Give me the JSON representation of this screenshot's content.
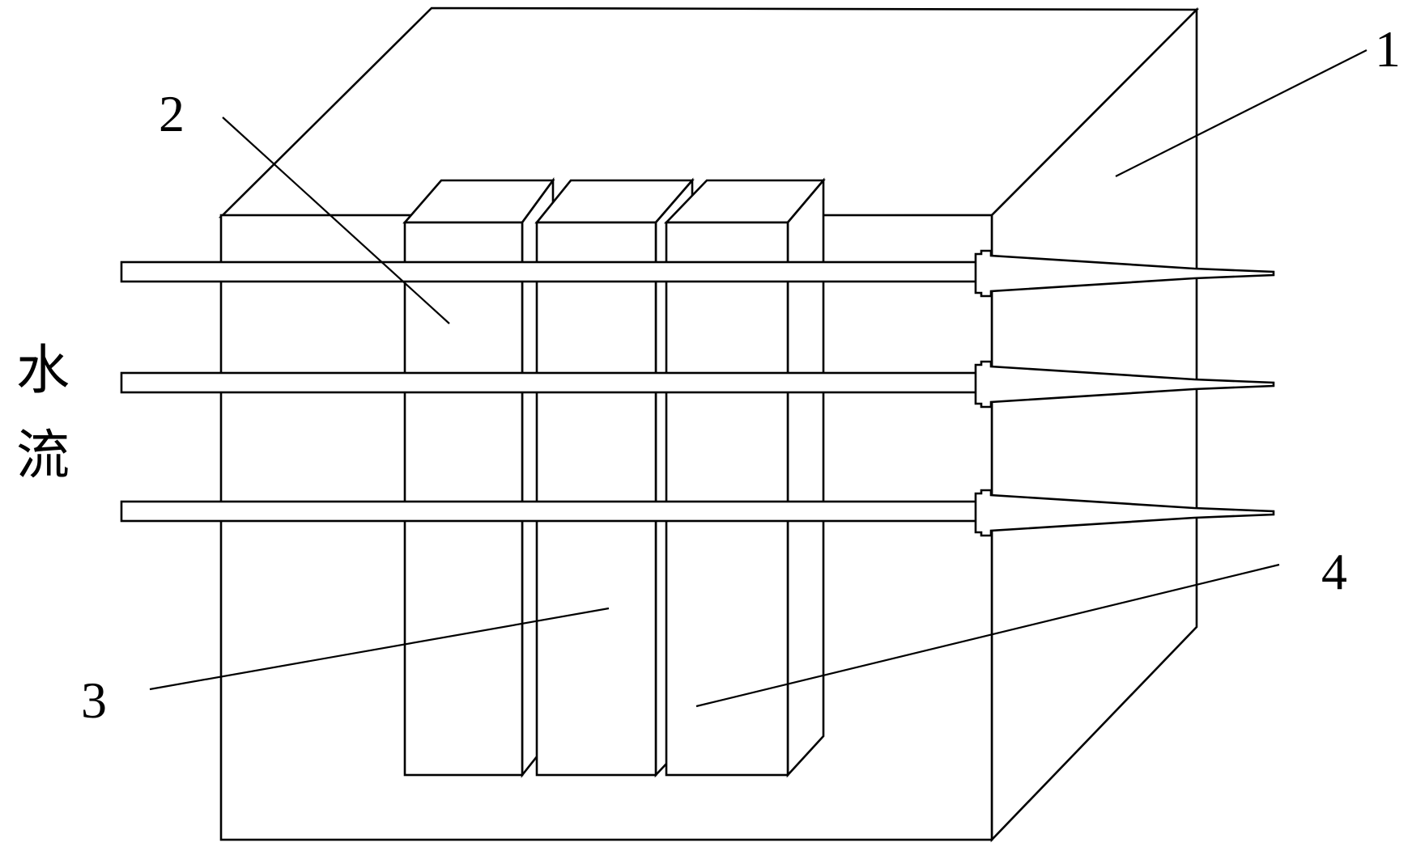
{
  "labels": {
    "part1": "1",
    "part2": "2",
    "part3": "3",
    "part4": "4",
    "flow_char1": "水",
    "flow_char2": "流"
  },
  "colors": {
    "stroke": "#000000",
    "background": "#ffffff"
  }
}
